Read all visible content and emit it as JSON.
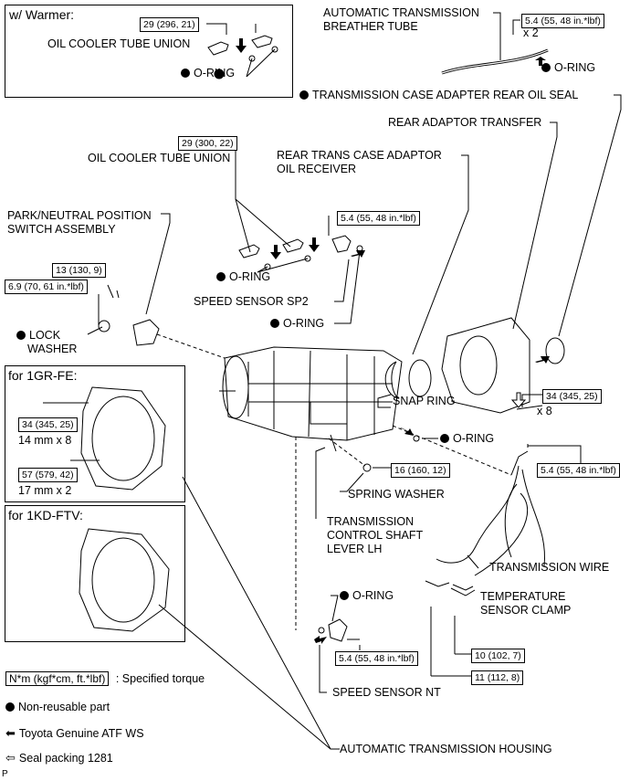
{
  "warmer": {
    "title": "w/ Warmer:",
    "torque": "29 (296, 21)",
    "oil_cooler_tube_union": "OIL COOLER TUBE UNION",
    "o_ring": "O-RING"
  },
  "top_right": {
    "breather_tube": [
      "AUTOMATIC TRANSMISSION",
      "BREATHER TUBE"
    ],
    "torque": "5.4 (55, 48 in.*lbf)",
    "count": "x 2",
    "o_ring": "O-RING",
    "rear_oil_seal": "TRANSMISSION CASE ADAPTER REAR OIL SEAL",
    "rear_adaptor_transfer": "REAR ADAPTOR TRANSFER"
  },
  "middle": {
    "oil_cooler_torque": "29 (300, 22)",
    "oil_cooler_tube_union": "OIL COOLER TUBE UNION",
    "rear_trans_case": [
      "REAR TRANS CASE ADAPTOR",
      "OIL RECEIVER"
    ],
    "park_neutral": [
      "PARK/NEUTRAL POSITION",
      "SWITCH ASSEMBLY"
    ],
    "speed_sensor_torque": "5.4 (55, 48 in.*lbf)",
    "o_ring_a": "O-RING",
    "speed_sensor_sp2": "SPEED SENSOR SP2",
    "o_ring_b": "O-RING",
    "torque_13": "13 (130, 9)",
    "torque_69": "6.9 (70, 61 in.*lbf)",
    "lock_washer": [
      "LOCK",
      "WASHER"
    ],
    "snap_ring": "SNAP RING",
    "torque_34_right": "34 (345, 25)",
    "count_x8": "x 8",
    "o_ring_c": "O-RING",
    "torque_54_wire": "5.4 (55, 48 in.*lbf)",
    "torque_16": "16 (160, 12)",
    "spring_washer": "SPRING WASHER",
    "control_shaft": [
      "TRANSMISSION",
      "CONTROL SHAFT",
      "LEVER LH"
    ],
    "transmission_wire": "TRANSMISSION WIRE",
    "temp_sensor_clamp": [
      "TEMPERATURE",
      "SENSOR CLAMP"
    ],
    "o_ring_d": "O-RING",
    "speed_nt_torque": "5.4 (55, 48 in.*lbf)",
    "torque_10": "10 (102, 7)",
    "torque_11": "11 (112, 8)",
    "speed_sensor_nt": "SPEED SENSOR NT",
    "housing": "AUTOMATIC TRANSMISSION HOUSING"
  },
  "gr_fe": {
    "title": "for 1GR-FE:",
    "torque_34": "34 (345, 25)",
    "bolt_14": "14 mm x 8",
    "torque_57": "57 (579, 42)",
    "bolt_17": "17 mm x 2"
  },
  "kd_ftv": {
    "title": "for 1KD-FTV:"
  },
  "legend": {
    "torque_box": "N*m (kgf*cm, ft.*lbf)",
    "torque_desc": ": Specified torque",
    "non_reusable": "Non-reusable part",
    "atf": "Toyota Genuine ATF WS",
    "seal": "Seal packing 1281"
  },
  "footer": "P"
}
